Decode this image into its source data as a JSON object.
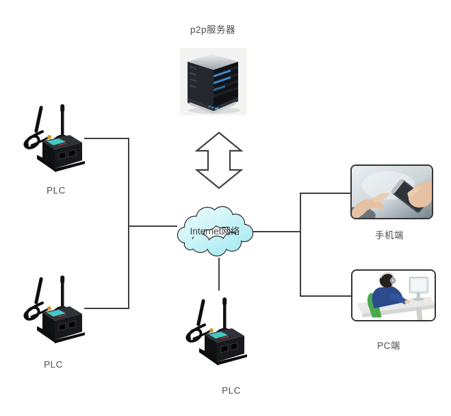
{
  "diagram": {
    "server": {
      "label": "p2p服务器"
    },
    "cloud": {
      "label": "Internet网络"
    },
    "plc_top_left": {
      "label": "PLC"
    },
    "plc_bottom_left": {
      "label": "PLC"
    },
    "plc_bottom_center": {
      "label": "PLC"
    },
    "phone": {
      "label": "手机端"
    },
    "pc": {
      "label": "PC端"
    },
    "icons": {
      "up_down_arrow": "double-vertical-arrow",
      "server": "server-tower",
      "plc": "wireless-router-with-antennas",
      "phone": "hand-holding-smartphone-photo",
      "pc": "person-at-computer-illustration"
    },
    "colors": {
      "connector": "#3f3f3f",
      "cloud_fill_top": "#eefcfc",
      "cloud_fill_bottom": "#a5ebf2",
      "cloud_stroke": "#2e2e2e",
      "arrow_fill": "#ffffff",
      "arrow_stroke": "#3f3f3f",
      "label_text": "#4c4c4c"
    }
  }
}
